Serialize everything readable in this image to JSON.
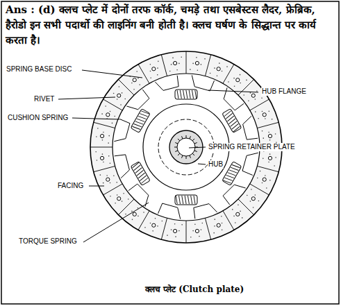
{
  "diagram": {
    "caption": "क्लच प्लेट (Clutch plate)",
    "labels": [
      "Ans : (d)",
      "क्लच प्लेट में दोनों तरफ कॉर्क, चमड़े तथा एसबेस्टस लैदर, फ्रेब्रिक, हैरोडो इन सभी पदार्थो की लाइनिंग बनी होती है। क्लच घर्षण के सिद्धान्त पर कार्य करता है।",
      "SPRING BASE DISC",
      "RIVET",
      "CUSHION SPRING",
      "HUB FLANGE",
      "SPRING RETAINER PLATE",
      "HUB",
      "FACING",
      "TORQUE SPRING"
    ]
  }
}
